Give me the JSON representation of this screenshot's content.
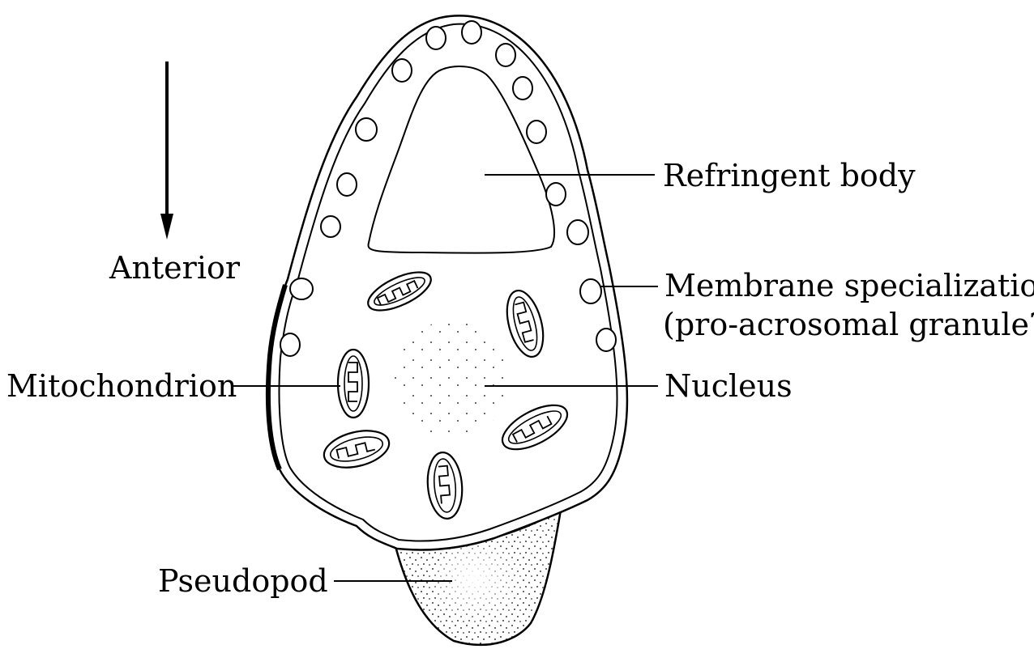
{
  "labels": {
    "anterior": "Anterior",
    "refringent_body": "Refringent body",
    "membrane_specialization": "Membrane specialization",
    "pro_acrosomal": "(pro-acrosomal granule?)",
    "mitochondrion": "Mitochondrion",
    "nucleus": "Nucleus",
    "pseudopod": "Pseudopod"
  },
  "colors": {
    "ink": "#000000",
    "paper": "#ffffff"
  }
}
